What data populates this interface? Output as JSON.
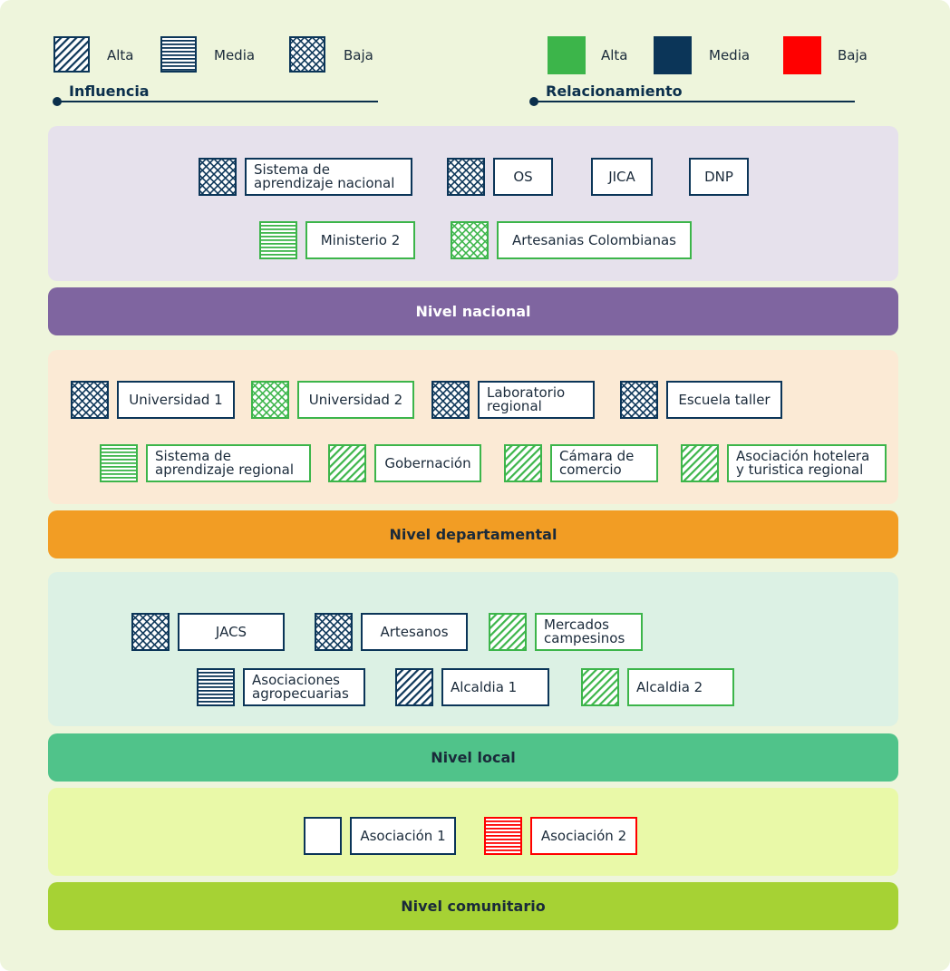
{
  "legend": {
    "influencia": {
      "title": "Influencia",
      "items": [
        {
          "label": "Alta",
          "pattern": "diagonal"
        },
        {
          "label": "Media",
          "pattern": "horizontal"
        },
        {
          "label": "Baja",
          "pattern": "crosshatch"
        }
      ]
    },
    "relacionamiento": {
      "title": "Relacionamiento",
      "items": [
        {
          "label": "Alta",
          "color": "#3cb54a"
        },
        {
          "label": "Media",
          "color": "#0b3558"
        },
        {
          "label": "Baja",
          "color": "#ff0000"
        }
      ]
    }
  },
  "colors": {
    "alta": "#3cb54a",
    "media": "#0b3558",
    "baja": "#ff0000",
    "page_background": "#eef5dc"
  },
  "levels": {
    "nacional": {
      "label": "Nivel nacional",
      "panel_color": "#e6e1ec",
      "bar_color": "#7f65a0",
      "bar_text_color": "#ffffff",
      "actors": [
        {
          "label": "Sistema de\naprendizaje nacional",
          "influence": "crosshatch",
          "relation": "media"
        },
        {
          "label": "OS",
          "influence": "crosshatch",
          "relation": "media"
        },
        {
          "label": "JICA",
          "influence": "none",
          "relation": "media"
        },
        {
          "label": "DNP",
          "influence": "none",
          "relation": "media"
        },
        {
          "label": "Ministerio 2",
          "influence": "horizontal",
          "relation": "alta"
        },
        {
          "label": "Artesanias Colombianas",
          "influence": "crosshatch",
          "relation": "alta"
        }
      ]
    },
    "departamental": {
      "label": "Nivel departamental",
      "panel_color": "#fbead5",
      "bar_color": "#f29d24",
      "bar_text_color": "#1a2a3a",
      "actors": [
        {
          "label": "Universidad 1",
          "influence": "crosshatch",
          "relation": "media"
        },
        {
          "label": "Universidad 2",
          "influence": "crosshatch",
          "relation": "alta"
        },
        {
          "label": "Laboratorio\nregional",
          "influence": "crosshatch",
          "relation": "media"
        },
        {
          "label": "Escuela taller",
          "influence": "crosshatch",
          "relation": "media"
        },
        {
          "label": "Sistema de\naprendizaje regional",
          "influence": "horizontal",
          "relation": "alta"
        },
        {
          "label": "Gobernación",
          "influence": "diagonal",
          "relation": "alta"
        },
        {
          "label": "Cámara de\ncomercio",
          "influence": "diagonal",
          "relation": "alta"
        },
        {
          "label": "Asociación hotelera\ny turistica regional",
          "influence": "diagonal",
          "relation": "alta"
        }
      ]
    },
    "local": {
      "label": "Nivel local",
      "panel_color": "#dcf1e4",
      "bar_color": "#50c38a",
      "bar_text_color": "#1a2a3a",
      "actors": [
        {
          "label": "JACS",
          "influence": "crosshatch",
          "relation": "media"
        },
        {
          "label": "Artesanos",
          "influence": "crosshatch",
          "relation": "media"
        },
        {
          "label": "Mercados\ncampesinos",
          "influence": "diagonal",
          "relation": "alta"
        },
        {
          "label": "Asociaciones\nagropecuarias",
          "influence": "horizontal",
          "relation": "media"
        },
        {
          "label": "Alcaldia 1",
          "influence": "diagonal",
          "relation": "media"
        },
        {
          "label": "Alcaldia 2",
          "influence": "diagonal",
          "relation": "alta"
        }
      ]
    },
    "comunitario": {
      "label": "Nivel comunitario",
      "panel_color": "#e9f9a8",
      "bar_color": "#a6d234",
      "bar_text_color": "#1a2a3a",
      "actors": [
        {
          "label": "Asociación 1",
          "influence": "blank",
          "relation": "media"
        },
        {
          "label": "Asociación 2",
          "influence": "horizontal",
          "relation": "baja"
        }
      ]
    }
  }
}
